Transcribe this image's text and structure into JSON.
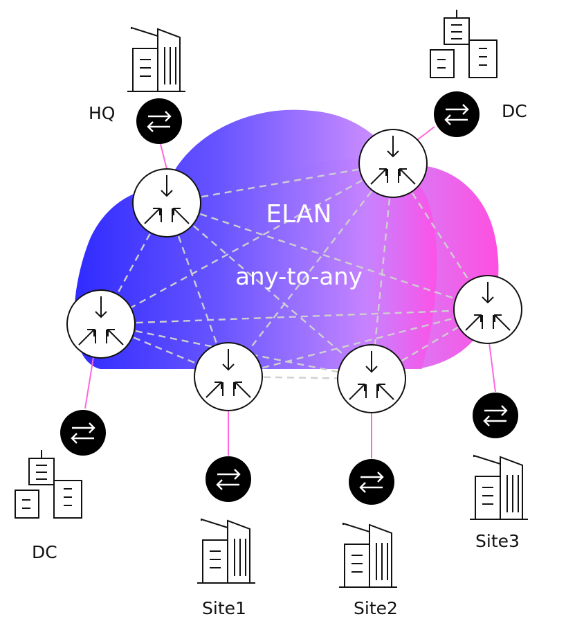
{
  "cloud": {
    "title": "ELAN",
    "subtitle": "any-to-any",
    "gradient": [
      "#3a2dff",
      "#7c5cff",
      "#d08cff",
      "#ff4fd8"
    ],
    "mesh_color": "#c9c9c9",
    "link_color": "#ff66dd"
  },
  "labels": {
    "hq": "HQ",
    "dc_top": "DC",
    "dc_left": "DC",
    "site1": "Site1",
    "site2": "Site2",
    "site3": "Site3"
  },
  "icons": {
    "router": "router-icon",
    "switch": "exchange-arrows-icon",
    "office_tall": "office-building-icon",
    "data_center": "data-center-buildings-icon"
  }
}
